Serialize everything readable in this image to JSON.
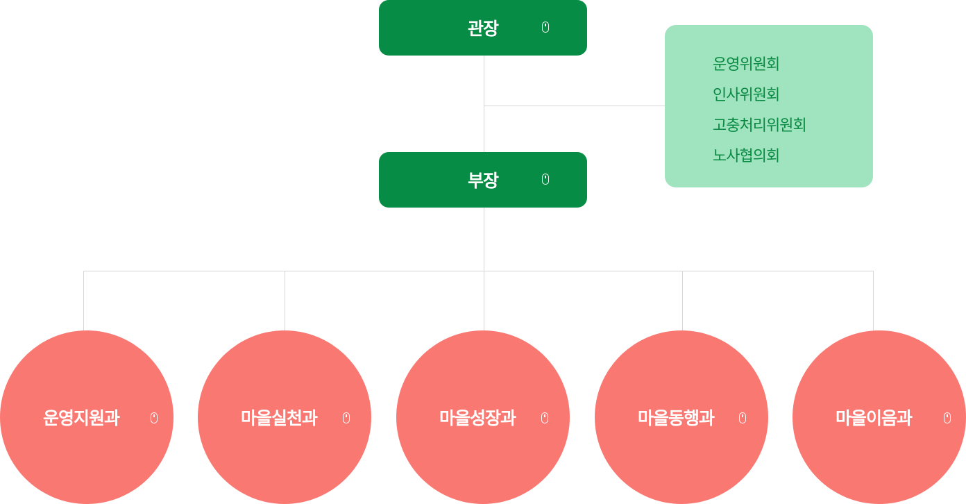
{
  "director": {
    "label": "관장"
  },
  "deputy": {
    "label": "부장"
  },
  "committees": {
    "items": [
      "운영위원회",
      "인사위원회",
      "고충처리위원회",
      "노사협의회"
    ]
  },
  "departments": [
    {
      "label": "운영지원과"
    },
    {
      "label": "마을실천과"
    },
    {
      "label": "마을성장과"
    },
    {
      "label": "마을동행과"
    },
    {
      "label": "마을이음과"
    }
  ],
  "icons": {
    "node_action": "mouse-icon"
  },
  "colors": {
    "executive_box": "#078c45",
    "committee_box": "#a0e3bf",
    "committee_text": "#098a43",
    "department_circle": "#f97872",
    "connector_line": "#d6d6d6"
  }
}
